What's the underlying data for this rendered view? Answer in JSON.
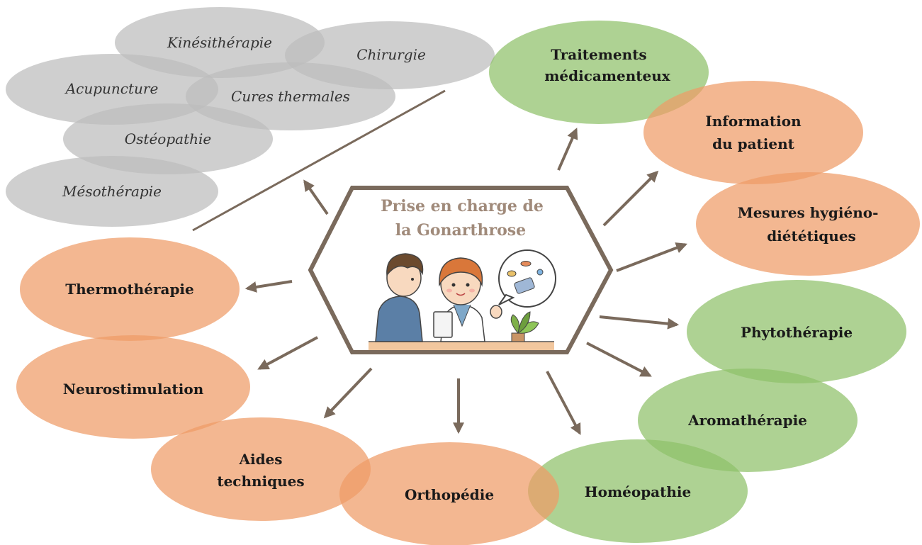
{
  "center": {
    "title_line1": "Prise en charge de",
    "title_line2": "la Gonarthrose"
  },
  "gray_labels": {
    "kinesitherapie": "Kinésithérapie",
    "chirurgie": "Chirurgie",
    "acupuncture": "Acupuncture",
    "cures_thermales": "Cures thermales",
    "osteopathie": "Ostéopathie",
    "mesotherapie": "Mésothérapie"
  },
  "labels": {
    "traitements_1": "Traitements",
    "traitements_2": "médicamenteux",
    "information_1": "Information",
    "information_2": "du patient",
    "mesures_1": "Mesures hygiéno-",
    "mesures_2": "diététiques",
    "phytotherapie": "Phytothérapie",
    "aromatherapie": "Aromathérapie",
    "homeopathie": "Homéopathie",
    "orthopedie": "Orthopédie",
    "aides_1": "Aides",
    "aides_2": "techniques",
    "neurostimulation": "Neurostimulation",
    "thermotherapie": "Thermothérapie"
  },
  "colors": {
    "gray_group": "#bdbdbd",
    "orange_group": "#ee9b66",
    "green_group": "#8fc16a",
    "arrow": "#7a6a5c",
    "hexagon_border": "#7a6a5c",
    "title": "#a08a7a"
  }
}
